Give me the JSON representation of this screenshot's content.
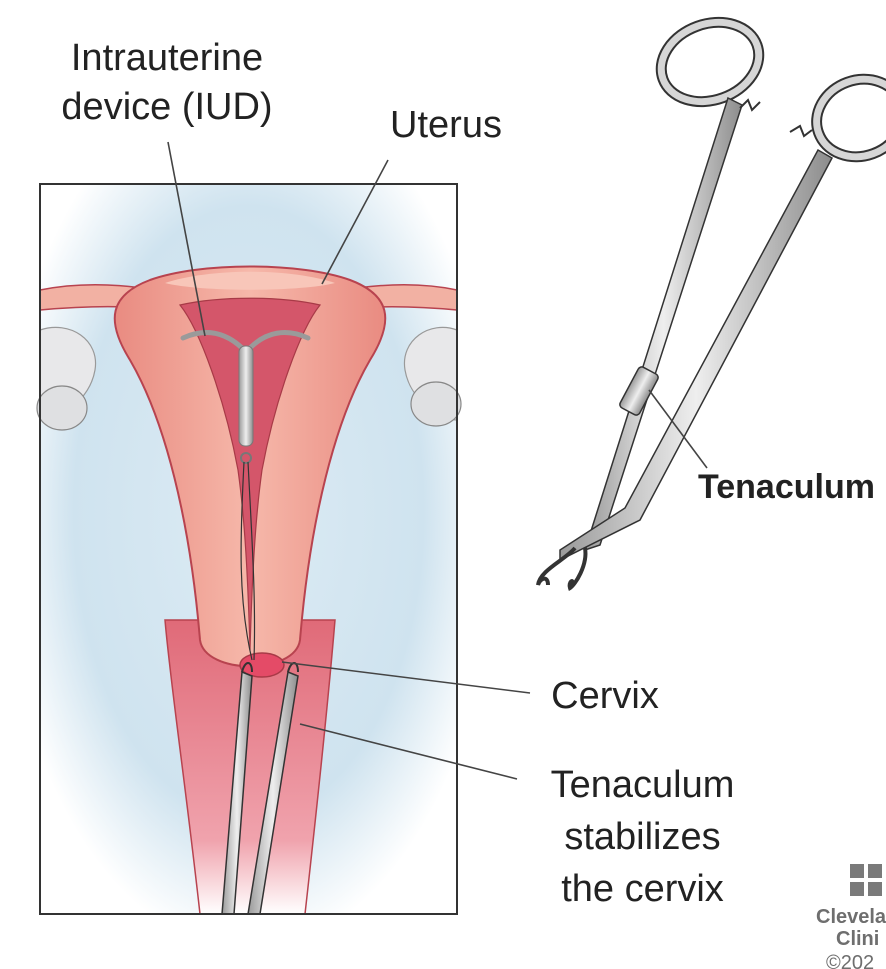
{
  "labels": {
    "iud_line1": "Intrauterine",
    "iud_line2": "device (IUD)",
    "uterus": "Uterus",
    "tenaculum_instrument": "Tenaculum",
    "cervix": "Cervix",
    "tenaculum_stabilizes_line1": "Tenaculum",
    "tenaculum_stabilizes_line2": "stabilizes",
    "tenaculum_stabilizes_line3": "the cervix"
  },
  "logo": {
    "line1": "Clevela",
    "line2": "Clini",
    "line3": "©202",
    "icon": "cleveland-clinic-cross-logo"
  },
  "colors": {
    "uterus_muscle": "#f0a89a",
    "uterus_cavity": "#d4566a",
    "uterus_outline": "#b8434f",
    "background_glow": "#cfe3ef",
    "instrument_steel": "#c8c8c8",
    "instrument_outline": "#333333",
    "leader_line": "#444444"
  }
}
